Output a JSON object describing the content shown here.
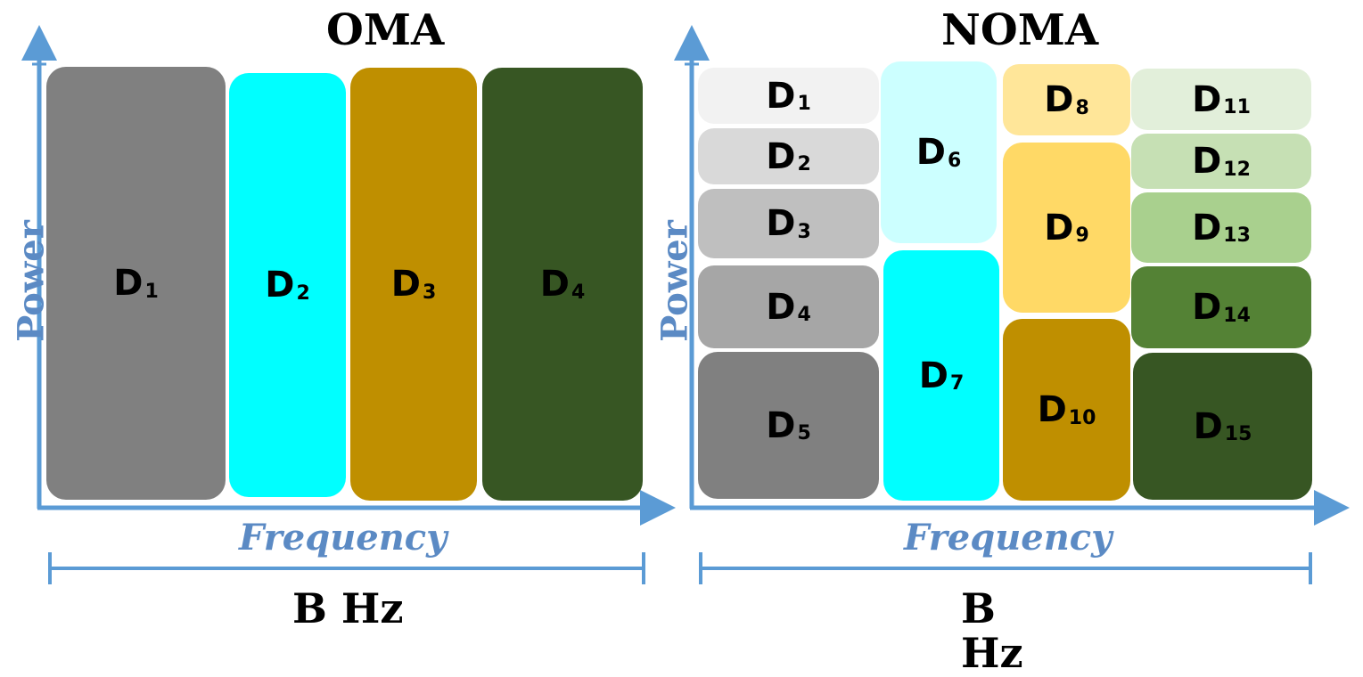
{
  "oma": {
    "title": "OMA",
    "ylabel": "Power",
    "xlabel": "Frequency",
    "bandwidth": "B Hz",
    "devices": [
      {
        "id": "D1",
        "base": "D",
        "sub": "1",
        "color": "#808080"
      },
      {
        "id": "D2",
        "base": "D",
        "sub": "2",
        "color": "#00ffff"
      },
      {
        "id": "D3",
        "base": "D",
        "sub": "3",
        "color": "#bf8f00"
      },
      {
        "id": "D4",
        "base": "D",
        "sub": "4",
        "color": "#375623"
      }
    ]
  },
  "noma": {
    "title": "NOMA",
    "ylabel": "Power",
    "xlabel": "Frequency",
    "bandwidth": "B Hz",
    "devices": [
      {
        "id": "D1",
        "base": "D",
        "sub": "1",
        "color": "#f2f2f2"
      },
      {
        "id": "D2",
        "base": "D",
        "sub": "2",
        "color": "#d9d9d9"
      },
      {
        "id": "D3",
        "base": "D",
        "sub": "3",
        "color": "#bfbfbf"
      },
      {
        "id": "D4",
        "base": "D",
        "sub": "4",
        "color": "#a6a6a6"
      },
      {
        "id": "D5",
        "base": "D",
        "sub": "5",
        "color": "#808080"
      },
      {
        "id": "D6",
        "base": "D",
        "sub": "6",
        "color": "#ccffff"
      },
      {
        "id": "D7",
        "base": "D",
        "sub": "7",
        "color": "#00ffff"
      },
      {
        "id": "D8",
        "base": "D",
        "sub": "8",
        "color": "#ffe699"
      },
      {
        "id": "D9",
        "base": "D",
        "sub": "9",
        "color": "#ffd966"
      },
      {
        "id": "D10",
        "base": "D",
        "sub": "10",
        "color": "#bf8f00"
      },
      {
        "id": "D11",
        "base": "D",
        "sub": "11",
        "color": "#e2efda"
      },
      {
        "id": "D12",
        "base": "D",
        "sub": "12",
        "color": "#c6e0b4"
      },
      {
        "id": "D13",
        "base": "D",
        "sub": "13",
        "color": "#a9d08e"
      },
      {
        "id": "D14",
        "base": "D",
        "sub": "14",
        "color": "#548235"
      },
      {
        "id": "D15",
        "base": "D",
        "sub": "15",
        "color": "#375623"
      }
    ]
  },
  "colors": {
    "axis": "#5b9bd5",
    "axis_label": "#5b8ac4",
    "text": "#000000"
  }
}
